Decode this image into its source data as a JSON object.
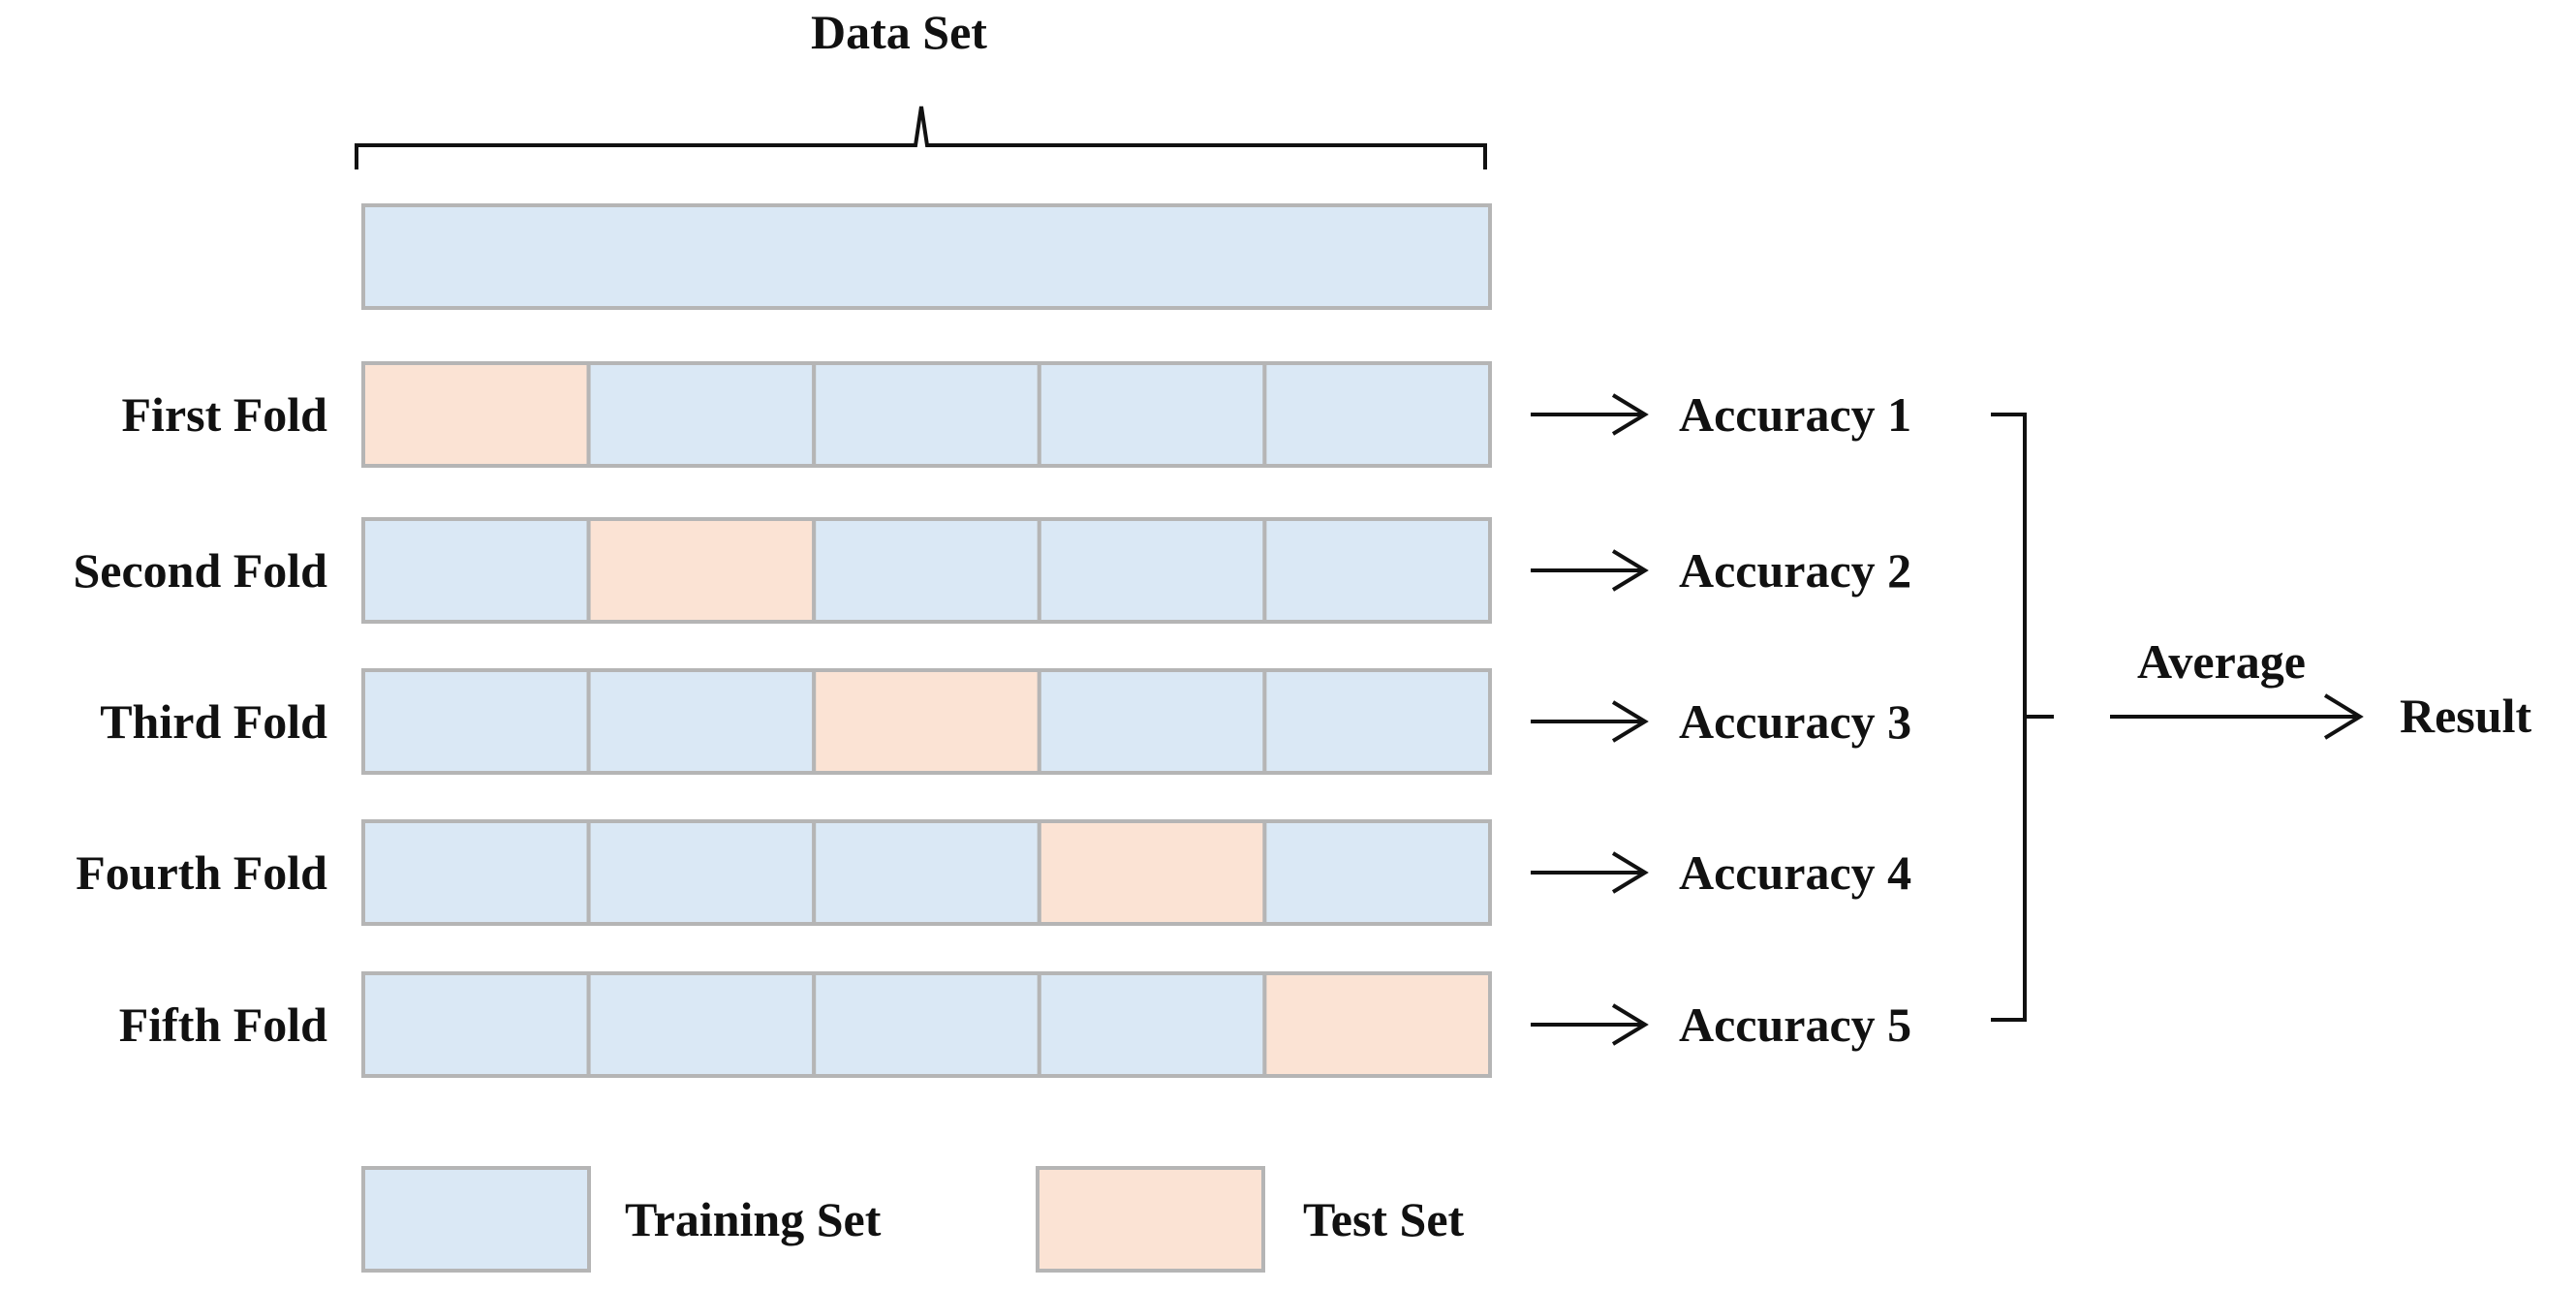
{
  "title": "Data Set",
  "folds": [
    {
      "label": "First Fold",
      "test_index": 0,
      "result": "Accuracy 1"
    },
    {
      "label": "Second Fold",
      "test_index": 1,
      "result": "Accuracy 2"
    },
    {
      "label": "Third Fold",
      "test_index": 2,
      "result": "Accuracy 3"
    },
    {
      "label": "Fourth Fold",
      "test_index": 3,
      "result": "Accuracy 4"
    },
    {
      "label": "Fifth Fold",
      "test_index": 4,
      "result": "Accuracy 5"
    }
  ],
  "segments_per_fold": 5,
  "aggregate_label": "Average",
  "final_label": "Result",
  "legend": [
    {
      "label": "Training Set",
      "color": "#dae8f5"
    },
    {
      "label": "Test Set",
      "color": "#fbe3d4"
    }
  ],
  "colors": {
    "training": "#dae8f5",
    "test": "#fbe3d4",
    "border": "#b5b5b5",
    "line": "#111111"
  }
}
